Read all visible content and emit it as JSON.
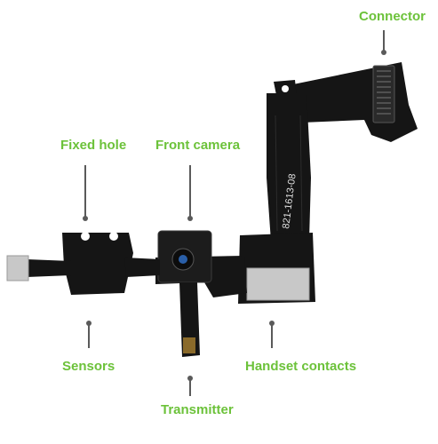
{
  "diagram": {
    "labels": {
      "connector": "Connector",
      "fixed_hole": "Fixed hole",
      "front_camera": "Front camera",
      "sensors": "Sensors",
      "handset_contacts": "Handset contacts",
      "transmitter": "Transmitter"
    },
    "part_number": "821-1613-08",
    "colors": {
      "label": "#6cc23a",
      "leader": "#5a5a5a",
      "flex_cable": "#151515",
      "metal_contact": "#c8c8c8",
      "camera_lens": "#2a5fa8"
    }
  }
}
